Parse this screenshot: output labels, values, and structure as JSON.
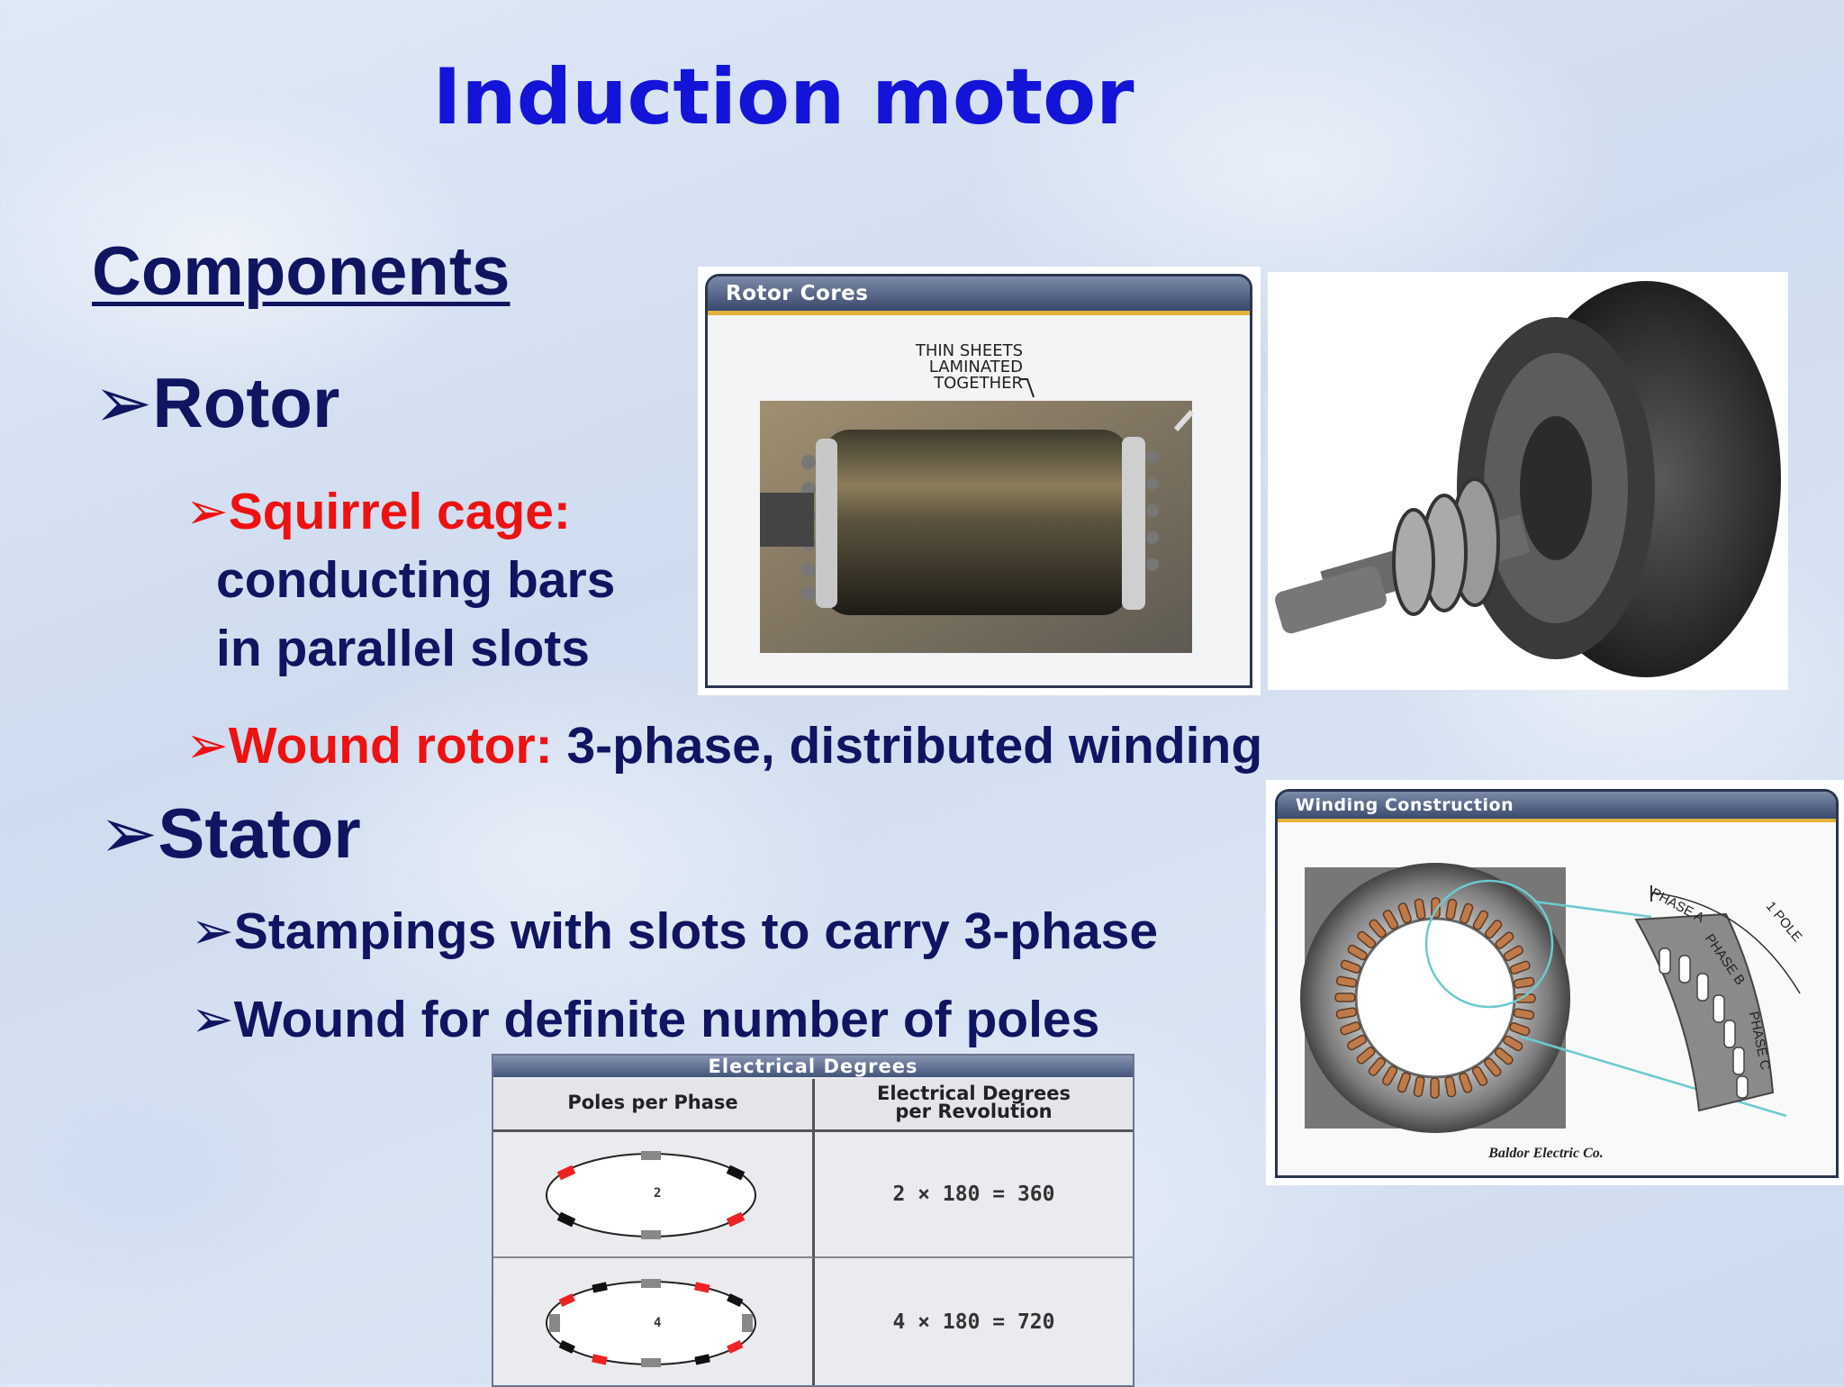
{
  "title": "Induction motor",
  "components_heading": "Components",
  "bullets": {
    "arrow": "➢",
    "rotor": "Rotor",
    "squirrel_label": "Squirrel cage:",
    "squirrel_line1": "conducting bars",
    "squirrel_line2": "in parallel slots",
    "wound_label": "Wound rotor:",
    "wound_text": " 3-phase, distributed winding",
    "stator": "Stator",
    "stamping": "Stampings with slots to carry 3-phase",
    "wound_poles": "Wound for definite number of poles"
  },
  "rotor_cores": {
    "header": "Rotor Cores",
    "callout_line1": "THIN SHEETS",
    "callout_line2": "LAMINATED",
    "callout_line3": "TOGETHER"
  },
  "winding": {
    "header": "Winding Construction",
    "phase_a": "PHASE A",
    "phase_b": "PHASE B",
    "phase_c": "PHASE C",
    "one_pole": "1 POLE",
    "credit": "Baldor Electric Co."
  },
  "electrical_table": {
    "header": "Electrical Degrees",
    "col1": "Poles per Phase",
    "col2_line1": "Electrical Degrees",
    "col2_line2": "per Revolution",
    "rows": [
      {
        "poles": "2",
        "formula": "2 × 180 = 360"
      },
      {
        "poles": "4",
        "formula": "4 × 180 = 720"
      }
    ]
  },
  "colors": {
    "title": "#1414d8",
    "body_text": "#0f1560",
    "highlight": "#ee1111"
  }
}
